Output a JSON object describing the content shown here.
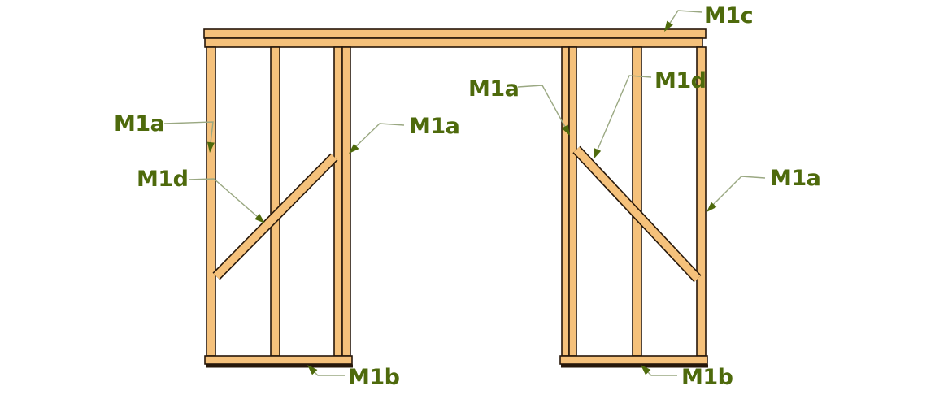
{
  "figure": {
    "background": "#ffffff",
    "colors": {
      "wood_fill": "#f5c17b",
      "wood_outline": "#26170a",
      "label_text": "#4e6a0c",
      "leader_line": "#9aa882"
    },
    "callouts": [
      {
        "id": "top-plate",
        "text": "M1c"
      },
      {
        "id": "left-wall-left-stud",
        "text": "M1a"
      },
      {
        "id": "left-wall-diagonal-brace",
        "text": "M1d"
      },
      {
        "id": "left-wall-right-stud",
        "text": "M1a"
      },
      {
        "id": "right-wall-left-stud",
        "text": "M1a"
      },
      {
        "id": "right-wall-diagonal-brace",
        "text": "M1d"
      },
      {
        "id": "right-wall-right-stud",
        "text": "M1a"
      },
      {
        "id": "left-wall-bottom-plate",
        "text": "M1b"
      },
      {
        "id": "right-wall-bottom-plate",
        "text": "M1b"
      }
    ]
  }
}
